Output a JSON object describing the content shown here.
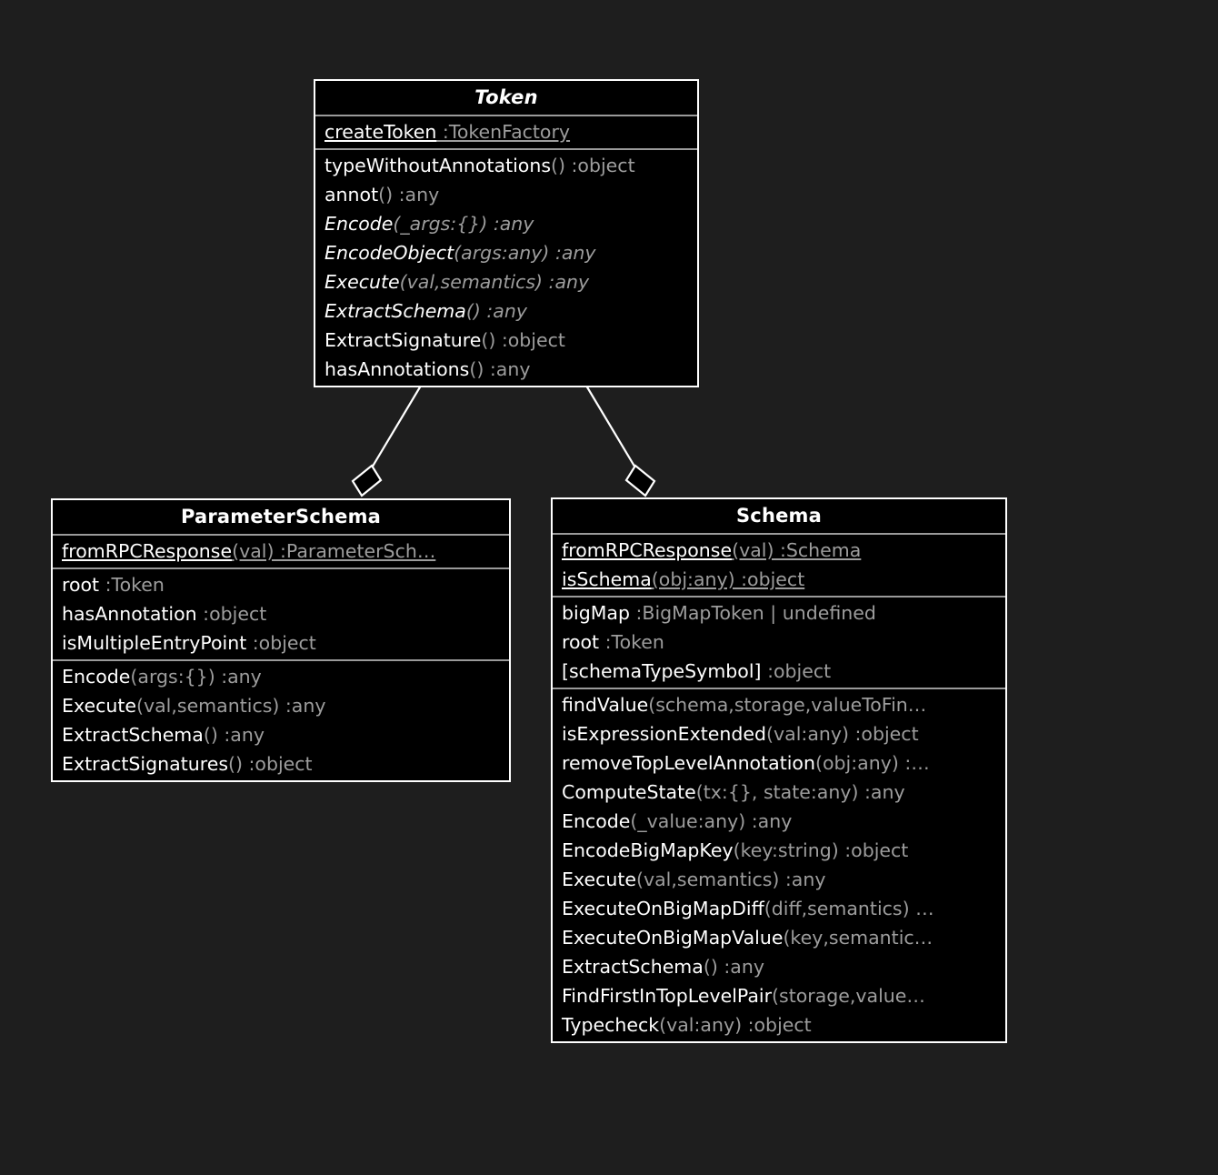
{
  "diagram": {
    "type": "uml-class-diagram",
    "background_color": "#1e1e1e",
    "box_fill_color": "#000000",
    "box_border_color": "#ffffff",
    "name_text_color": "#ffffff",
    "detail_text_color": "#9d9d9d",
    "divider_color": "#9a9a9a"
  },
  "classes": [
    {
      "id": "token",
      "name": "Token",
      "abstract": true,
      "compartments": [
        {
          "members": [
            {
              "name": "createToken",
              "detail": " :TokenFactory",
              "static": true,
              "abstract": false
            }
          ]
        },
        {
          "members": [
            {
              "name": "typeWithoutAnnotations",
              "detail": "() :object",
              "static": false,
              "abstract": false
            },
            {
              "name": "annot",
              "detail": "() :any",
              "static": false,
              "abstract": false
            },
            {
              "name": "Encode",
              "detail": "(_args:{}) :any",
              "static": false,
              "abstract": true
            },
            {
              "name": "EncodeObject",
              "detail": "(args:any) :any",
              "static": false,
              "abstract": true
            },
            {
              "name": "Execute",
              "detail": "(val,semantics) :any",
              "static": false,
              "abstract": true
            },
            {
              "name": "ExtractSchema",
              "detail": "() :any",
              "static": false,
              "abstract": true
            },
            {
              "name": "ExtractSignature",
              "detail": "() :object",
              "static": false,
              "abstract": false
            },
            {
              "name": "hasAnnotations",
              "detail": "() :any",
              "static": false,
              "abstract": false
            }
          ]
        }
      ]
    },
    {
      "id": "parameterschema",
      "name": "ParameterSchema",
      "abstract": false,
      "compartments": [
        {
          "members": [
            {
              "name": "fromRPCResponse",
              "detail": "(val) :ParameterSch…",
              "static": true,
              "abstract": false
            }
          ]
        },
        {
          "members": [
            {
              "name": "root",
              "detail": " :Token",
              "static": false,
              "abstract": false
            },
            {
              "name": "hasAnnotation",
              "detail": " :object",
              "static": false,
              "abstract": false
            },
            {
              "name": "isMultipleEntryPoint",
              "detail": " :object",
              "static": false,
              "abstract": false
            }
          ]
        },
        {
          "members": [
            {
              "name": "Encode",
              "detail": "(args:{}) :any",
              "static": false,
              "abstract": false
            },
            {
              "name": "Execute",
              "detail": "(val,semantics) :any",
              "static": false,
              "abstract": false
            },
            {
              "name": "ExtractSchema",
              "detail": "() :any",
              "static": false,
              "abstract": false
            },
            {
              "name": "ExtractSignatures",
              "detail": "() :object",
              "static": false,
              "abstract": false
            }
          ]
        }
      ]
    },
    {
      "id": "schema",
      "name": "Schema",
      "abstract": false,
      "compartments": [
        {
          "members": [
            {
              "name": "fromRPCResponse",
              "detail": "(val) :Schema",
              "static": true,
              "abstract": false
            },
            {
              "name": "isSchema",
              "detail": "(obj:any) :object",
              "static": true,
              "abstract": false
            }
          ]
        },
        {
          "members": [
            {
              "name": "bigMap",
              "detail": " :BigMapToken | undefined",
              "static": false,
              "abstract": false
            },
            {
              "name": "root",
              "detail": " :Token",
              "static": false,
              "abstract": false
            },
            {
              "name": "[schemaTypeSymbol]",
              "detail": " :object",
              "static": false,
              "abstract": false
            }
          ]
        },
        {
          "members": [
            {
              "name": "findValue",
              "detail": "(schema,storage,valueToFin…",
              "static": false,
              "abstract": false
            },
            {
              "name": "isExpressionExtended",
              "detail": "(val:any) :object",
              "static": false,
              "abstract": false
            },
            {
              "name": "removeTopLevelAnnotation",
              "detail": "(obj:any) :…",
              "static": false,
              "abstract": false
            },
            {
              "name": "ComputeState",
              "detail": "(tx:{}, state:any) :any",
              "static": false,
              "abstract": false
            },
            {
              "name": "Encode",
              "detail": "(_value:any) :any",
              "static": false,
              "abstract": false
            },
            {
              "name": "EncodeBigMapKey",
              "detail": "(key:string) :object",
              "static": false,
              "abstract": false
            },
            {
              "name": "Execute",
              "detail": "(val,semantics) :any",
              "static": false,
              "abstract": false
            },
            {
              "name": "ExecuteOnBigMapDiff",
              "detail": "(diff,semantics) …",
              "static": false,
              "abstract": false
            },
            {
              "name": "ExecuteOnBigMapValue",
              "detail": "(key,semantic…",
              "static": false,
              "abstract": false
            },
            {
              "name": "ExtractSchema",
              "detail": "() :any",
              "static": false,
              "abstract": false
            },
            {
              "name": "FindFirstInTopLevelPair",
              "detail": "(storage,value…",
              "static": false,
              "abstract": false
            },
            {
              "name": "Typecheck",
              "detail": "(val:any) :object",
              "static": false,
              "abstract": false
            }
          ]
        }
      ]
    }
  ],
  "relationships": [
    {
      "id": "token-parameterschema",
      "kind": "aggregation",
      "from": "Token",
      "to": "ParameterSchema",
      "source_marker": "filled-circle",
      "target_marker": "hollow-diamond"
    },
    {
      "id": "token-schema",
      "kind": "aggregation",
      "from": "Token",
      "to": "Schema",
      "source_marker": "filled-circle",
      "target_marker": "hollow-diamond"
    }
  ]
}
